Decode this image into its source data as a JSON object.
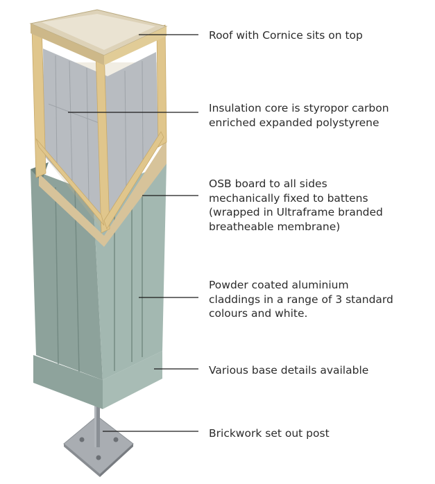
{
  "callouts": [
    {
      "id": "roof",
      "lines": [
        "Roof with Cornice sits on top"
      ]
    },
    {
      "id": "insulation",
      "lines": [
        "Insulation core is styropor carbon",
        "enriched expanded polystyrene"
      ]
    },
    {
      "id": "osb",
      "lines": [
        "OSB board to all sides",
        "mechanically fixed to battens",
        "(wrapped in Ultraframe branded",
        "breatheable membrane)"
      ]
    },
    {
      "id": "cladding",
      "lines": [
        "Powder coated aluminium",
        "claddings in a range of 3 standard",
        "colours and white."
      ]
    },
    {
      "id": "base",
      "lines": [
        "Various base details available"
      ]
    },
    {
      "id": "post",
      "lines": [
        "Brickwork set out post"
      ]
    }
  ],
  "colors": {
    "cladding": "#9fb5ae",
    "cladding_dark": "#7f958e",
    "osb": "#d9c7a0",
    "timber": "#e3c98f",
    "insulation": "#b9bcc0",
    "base_plate": "#a8acb0",
    "leader_line": "#1a1a1a",
    "text": "#2b2b2b"
  }
}
